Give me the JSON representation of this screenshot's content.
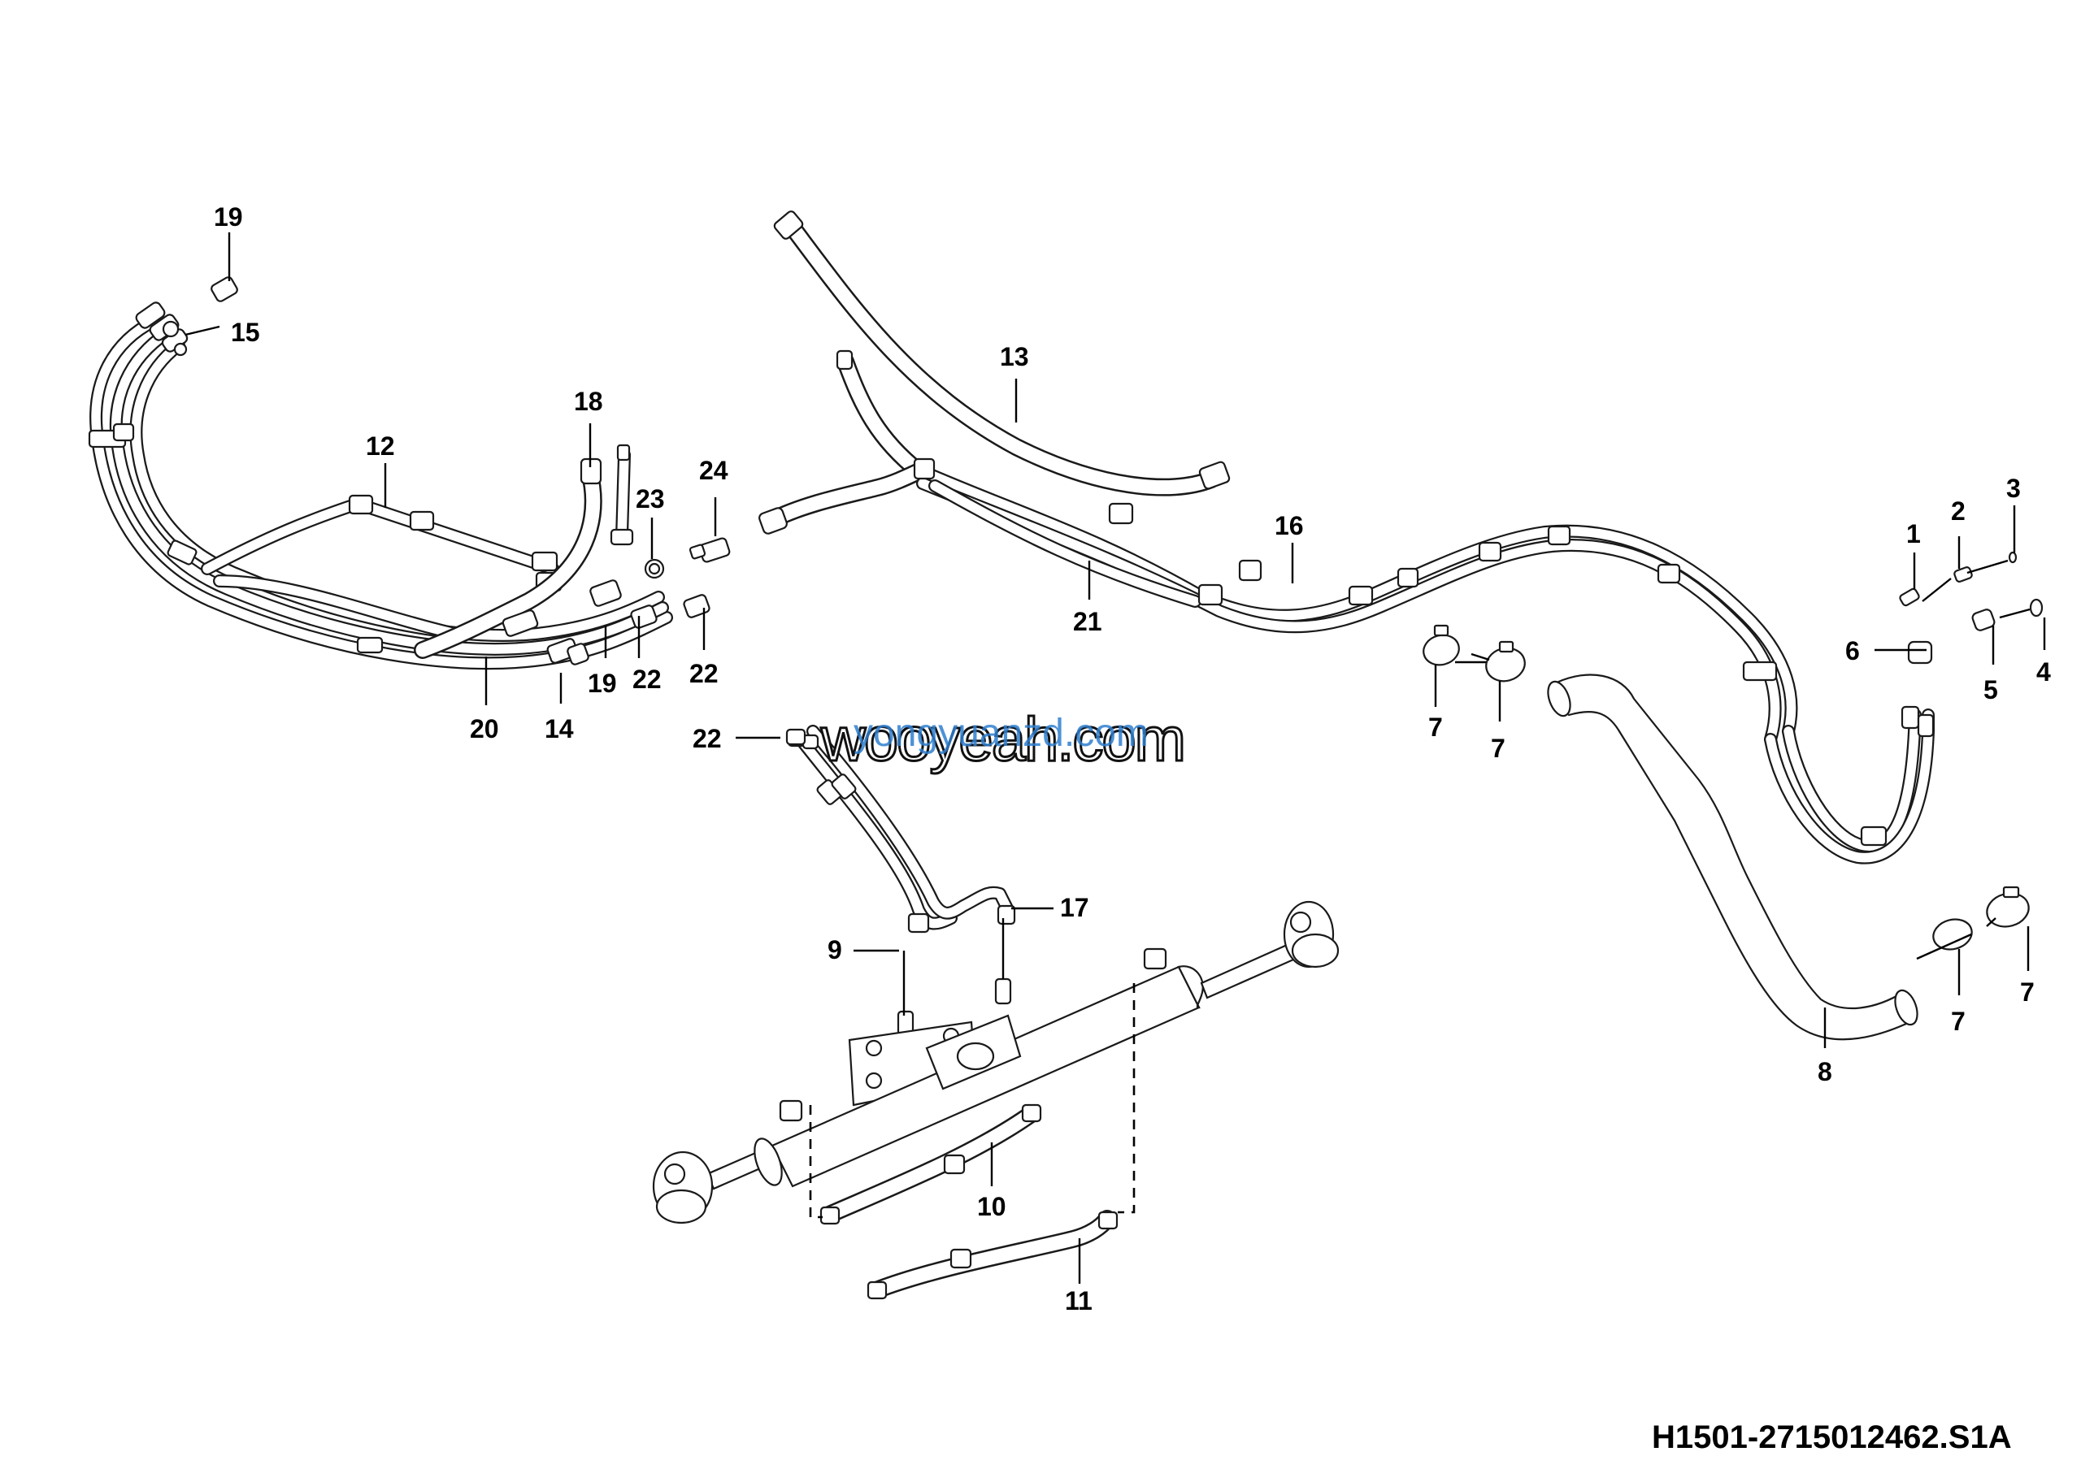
{
  "document_id": "H1501-2715012462.S1A",
  "watermark": {
    "primary": "wooyeah.com",
    "secondary": "yongyuanzd.com"
  },
  "callouts": [
    "1",
    "2",
    "3",
    "4",
    "5",
    "6",
    "7",
    "7",
    "7",
    "7",
    "8",
    "9",
    "10",
    "11",
    "12",
    "13",
    "14",
    "15",
    "16",
    "17",
    "18",
    "19",
    "19",
    "20",
    "21",
    "22",
    "22",
    "22",
    "23",
    "24"
  ],
  "colors": {
    "line": "#1a1a1a",
    "watermark_blue": "#2f7fd0"
  }
}
